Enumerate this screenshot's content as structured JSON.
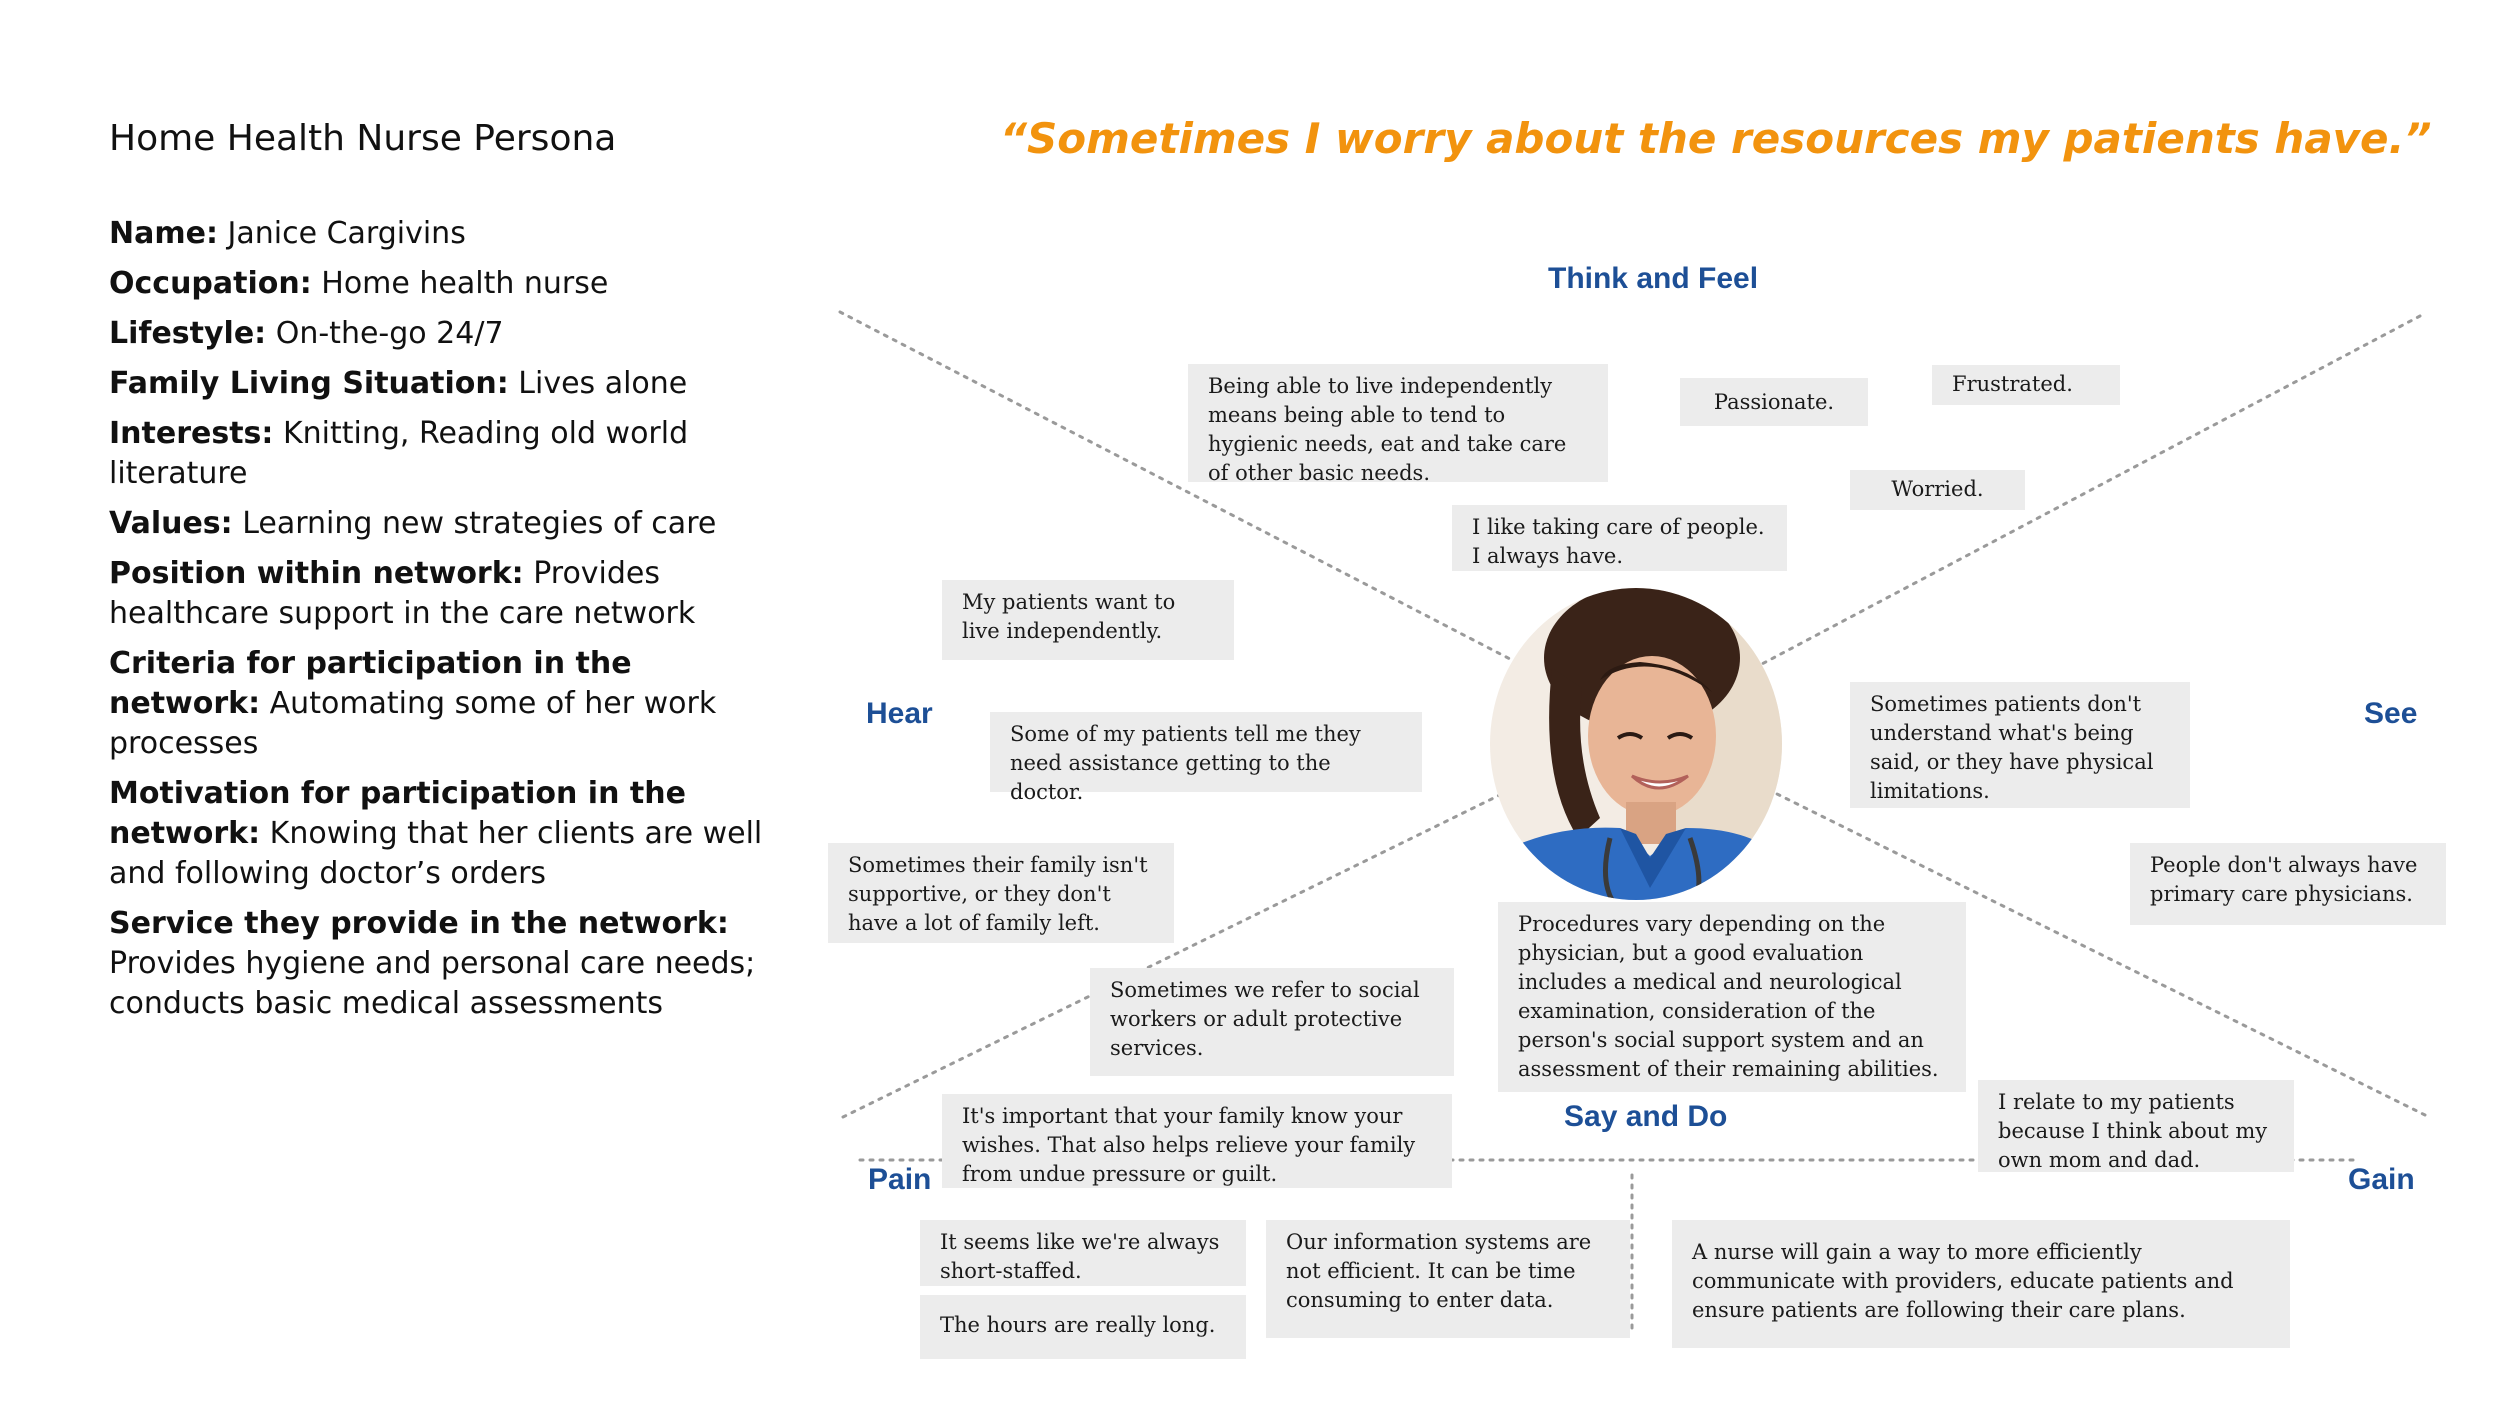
{
  "persona": {
    "title": "Home Health Nurse Persona",
    "fields": [
      {
        "label": "Name:",
        "value": " Janice Cargivins"
      },
      {
        "label": "Occupation:",
        "value": " Home health nurse"
      },
      {
        "label": "Lifestyle:",
        "value": " On-the-go 24/7"
      },
      {
        "label": "Family Living Situation:",
        "value": " Lives alone"
      },
      {
        "label": "Interests:",
        "value": " Knitting, Reading old world literature"
      },
      {
        "label": "Values:",
        "value": " Learning new strategies of care"
      },
      {
        "label": "Position within network:",
        "value": " Provides healthcare support in the care network"
      },
      {
        "label": "Criteria for participation in the network:",
        "value": " Automating some of her work processes"
      },
      {
        "label": "Motivation for participation in the network:",
        "value": " Knowing that her clients are well and following doctor’s orders"
      },
      {
        "label": "Service they provide in the network:",
        "value": " Provides hygiene and personal care needs; conducts basic medical assessments"
      }
    ]
  },
  "quote": "“Sometimes I worry about the resources my patients have.”",
  "quadrants": {
    "think_feel": "Think and Feel",
    "hear": "Hear",
    "see": "See",
    "say_do": "Say and Do",
    "pain": "Pain",
    "gain": "Gain"
  },
  "notes": {
    "think_feel": [
      "Being able to live independently means being able to tend to hygienic needs, eat and take care of other basic needs.",
      "Passionate.",
      "Frustrated.",
      "Worried.",
      "I like taking care of people. I always have."
    ],
    "hear": [
      "My patients want to live independently.",
      "Some of my patients tell me they need assistance getting to the doctor.",
      "Sometimes their family isn't supportive, or they don't have a lot of family left."
    ],
    "see": [
      "Sometimes patients don't understand what's being said, or they have physical limitations.",
      "People don't always have primary care physicians."
    ],
    "say_do": [
      "Procedures vary depending on the physician, but a good evaluation includes a medical and neurological examination, consideration of the person's social support system and an assessment of their remaining abilities.",
      "Sometimes we refer to social workers or adult protective services.",
      "It's important that your family know your wishes. That also helps relieve your family from undue pressure or guilt.",
      "I relate to my patients because I think about my own mom and dad."
    ],
    "pain": [
      "It seems like we're always short-staffed.",
      "The hours are really long.",
      "Our information systems are not efficient. It can be time consuming to enter data."
    ],
    "gain": [
      "A nurse will gain a way to more efficiently communicate with providers, educate patients and ensure patients are following their care plans."
    ]
  },
  "colors": {
    "quote": "#f2930e",
    "quadrant_label": "#1d4f96",
    "note_bg": "#ececec",
    "divider": "#9a9a9a"
  },
  "photo": {
    "icon": "nurse-portrait"
  }
}
